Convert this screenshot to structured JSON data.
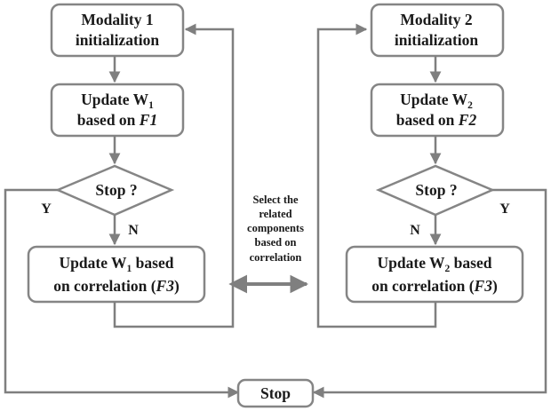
{
  "left": {
    "init": [
      "Modality 1",
      "initialization"
    ],
    "update": {
      "line1_prefix": "Update W",
      "subscript": "1",
      "line2_prefix": "based on ",
      "line2_italic": "F1"
    },
    "decision": "Stop ?",
    "yes_label": "Y",
    "no_label": "N",
    "corr": {
      "line1_prefix": "Update W",
      "subscript": "1",
      "line1_suffix": " based",
      "line2_prefix": "on correlation (",
      "line2_italic": "F3",
      "line2_suffix": ")"
    }
  },
  "right": {
    "init": [
      "Modality 2",
      "initialization"
    ],
    "update": {
      "line1_prefix": "Update W",
      "subscript": "2",
      "line2_prefix": "based on ",
      "line2_italic": "F2"
    },
    "decision": "Stop ?",
    "yes_label": "Y",
    "no_label": "N",
    "corr": {
      "line1_prefix": "Update W",
      "subscript": "2",
      "line1_suffix": " based",
      "line2_prefix": "on correlation (",
      "line2_italic": "F3",
      "line2_suffix": ")"
    }
  },
  "middle": {
    "select_text": [
      "Select the",
      "related",
      "components",
      "based on",
      "correlation"
    ]
  },
  "stop": "Stop",
  "colors": {
    "stroke": "#858585",
    "text": "#1a1a1a"
  }
}
